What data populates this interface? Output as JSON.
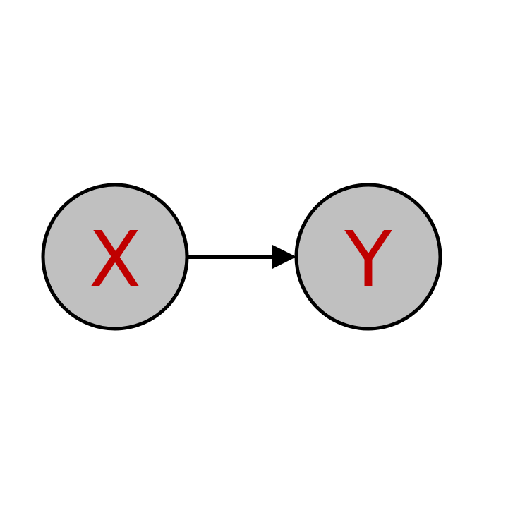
{
  "colors": {
    "node_fill": "#c0c0c0",
    "node_stroke": "#000000",
    "label_color": "#c00000",
    "edge_color": "#000000",
    "background": "#ffffff"
  },
  "nodes": [
    {
      "id": "X",
      "label": "X"
    },
    {
      "id": "Y",
      "label": "Y"
    }
  ],
  "edges": [
    {
      "from": "X",
      "to": "Y",
      "directed": true
    }
  ]
}
